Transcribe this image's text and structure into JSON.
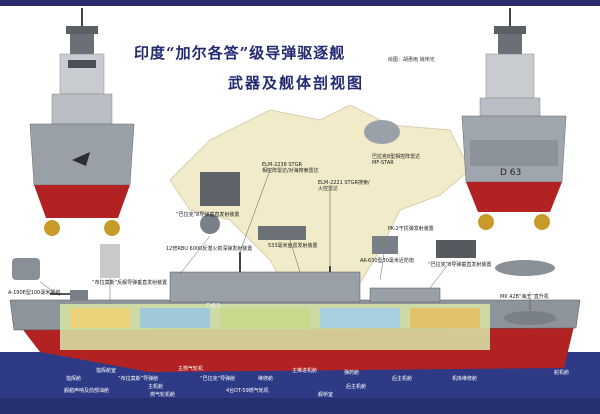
{
  "title": {
    "line1": "印度“加尔各答”级导弹驱逐舰",
    "line2": "武器及舰体剖视图"
  },
  "authors": "绘图：胡惠雨  姚伟光",
  "stern_view": {
    "hull_number": "D 63"
  },
  "side_view": {
    "hull_number": "D63"
  },
  "labels": {
    "gun_76": "A-190E型100毫米舰炮",
    "brahmos_front": "“布拉莫斯”反舰导弹垂直发射装置",
    "rbu": "12管RBU 6000反潜火箭深弹发射装置",
    "barak8": "“巴拉克”8导弹垂直发射装置",
    "elm2238": "ELM-2238 STGR\n相控阵雷达/对海搜索雷达",
    "elm2221": "ELM-2221 STGR搜索/\n火控雷达",
    "humsa": "巴拉克8型相控阵雷达\nMF-STAR",
    "torpedo": "533毫米鱼雷发射装置",
    "ak630": "AK-630型30毫米近防炮",
    "pk2": "PK-2干扰弹发射装置",
    "barak8_aft": "“巴拉克”8导弹垂直发射装置",
    "helo": "MK 42B“海王”直升机"
  },
  "bottom_labels": [
    "指挥舱",
    "指挥舱室",
    "“布拉莫斯”导弹舱",
    "主机舱",
    "主燃气轮机",
    "“巴拉克”导弹舱",
    "维修舱",
    "主推进机舱",
    "弹药舱",
    "后主机舱",
    "机库维修舱",
    "舵机舱"
  ],
  "bottom_labels_2": [
    "舰艏声呐及前部油舱",
    "燃气轮机舱",
    "4台DT-59燃气轮机",
    "舰桥室",
    "后主机舱"
  ]
}
